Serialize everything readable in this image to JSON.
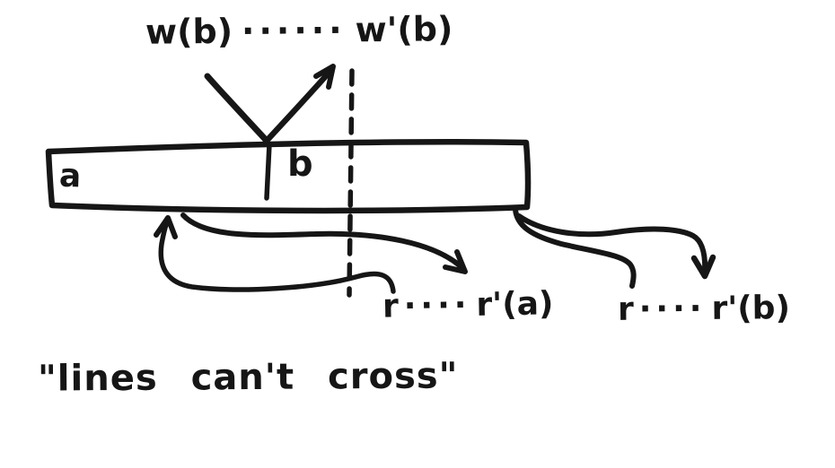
{
  "colors": {
    "background": "#ffffff",
    "ink": "#161616"
  },
  "timeline_bar": {
    "segment_a": "a",
    "segment_b": "b"
  },
  "write_annotation": {
    "start": "w(b)",
    "dots": "······",
    "end": "w'(b)"
  },
  "read_annotation_a": {
    "start": "r",
    "dots": "····",
    "end": "r'(a)"
  },
  "read_annotation_b": {
    "start": "r",
    "dots": "····",
    "end": "r'(b)"
  },
  "caption": "\"lines can't cross\""
}
